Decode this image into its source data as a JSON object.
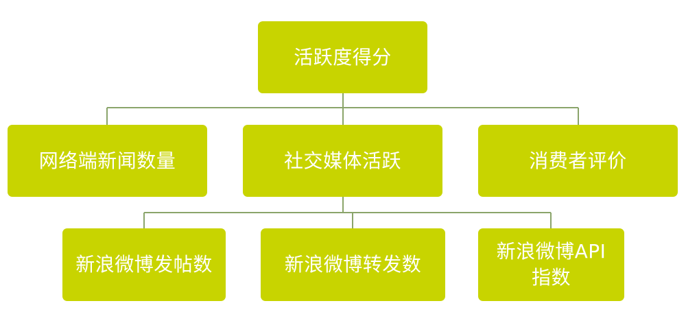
{
  "diagram": {
    "root": {
      "label": "活跃度得分"
    },
    "level1": [
      {
        "label": "网络端新闻数量"
      },
      {
        "label": "社交媒体活跃"
      },
      {
        "label": "消费者评价"
      }
    ],
    "level2": [
      {
        "label": "新浪微博发帖数"
      },
      {
        "label": "新浪微博转发数"
      },
      {
        "label": "新浪微博API",
        "label_line2": "指数"
      }
    ],
    "colors": {
      "node_fill": "#c8d400",
      "node_text": "#ffffff",
      "connector": "#8aa46a"
    }
  }
}
